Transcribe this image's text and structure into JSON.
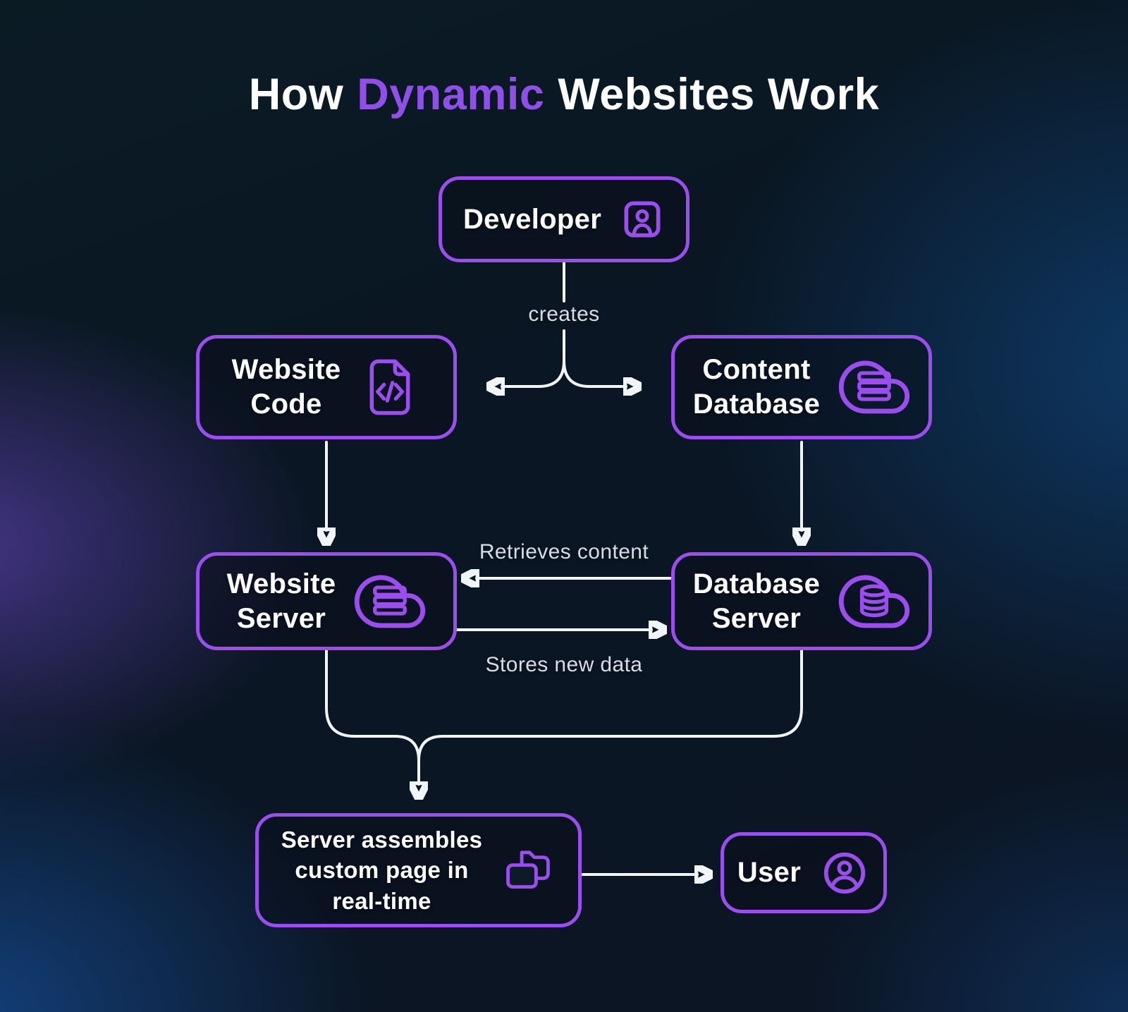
{
  "title": {
    "part1": "How",
    "highlight": "Dynamic",
    "part2": "Websites Work"
  },
  "nodes": {
    "developer": {
      "label": "Developer",
      "icon": "person-badge-icon"
    },
    "website_code": {
      "label": "Website\nCode",
      "icon": "code-file-icon"
    },
    "content_database": {
      "label": "Content\nDatabase",
      "icon": "cloud-database-stack-icon"
    },
    "website_server": {
      "label": "Website\nServer",
      "icon": "cloud-server-stack-icon"
    },
    "database_server": {
      "label": "Database\nServer",
      "icon": "cloud-database-cylinder-icon"
    },
    "assembler": {
      "label": "Server assembles\ncustom page in\nreal-time",
      "icon": "folders-icon"
    },
    "user": {
      "label": "User",
      "icon": "user-circle-icon"
    }
  },
  "edge_labels": {
    "creates": "creates",
    "retrieves": "Retrieves content",
    "stores": "Stores new data"
  },
  "colors": {
    "accent_purple": "#9b4ded",
    "title_highlight": "#8f4fe8",
    "wire": "#f2f5f8",
    "node_text": "#ffffff",
    "edge_label_text": "#d7dde6",
    "background_base": "#0a1623"
  }
}
